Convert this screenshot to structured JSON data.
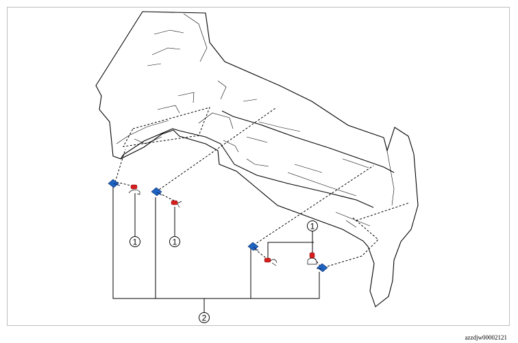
{
  "callouts": {
    "c1_left": "1",
    "c1_mid": "1",
    "c1_right": "1",
    "c2_bottom": "2"
  },
  "image_id": "azzdjw00002121",
  "colors": {
    "clip_blue": "#1f63c2",
    "clip_red": "#d81e1e",
    "line": "#000000",
    "frame": "#bdbdbd"
  },
  "icons": [
    "clip-blue-icon",
    "clip-red-icon"
  ]
}
